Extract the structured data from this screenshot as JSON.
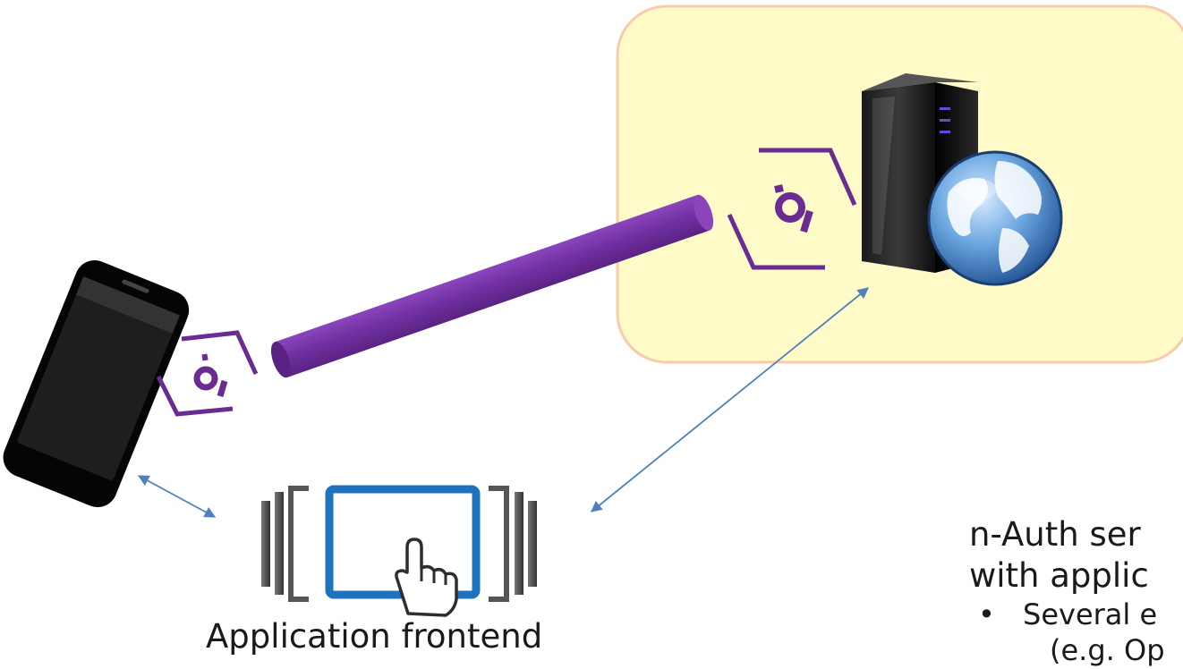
{
  "frontend": {
    "label": "Application frontend"
  },
  "server_text": {
    "line1": "n-Auth ser",
    "line2": "with applic",
    "bullet_mark": "•",
    "bullet": "Several e",
    "sub": "(e.g. Op"
  },
  "colors": {
    "server_panel_fill": "#fefbc9",
    "server_panel_border": "#f8cbad",
    "tunnel": "#7030a0",
    "arrow": "#4f81bd",
    "logo": "#6a2c91",
    "tablet_blue": "#1e73be"
  },
  "icons": {
    "phone": "smartphone-icon",
    "server": "web-server-icon",
    "globe": "globe-icon",
    "tablet": "touch-tablet-icon",
    "hand": "pointer-hand-icon",
    "logo": "n-auth-logo-icon"
  }
}
